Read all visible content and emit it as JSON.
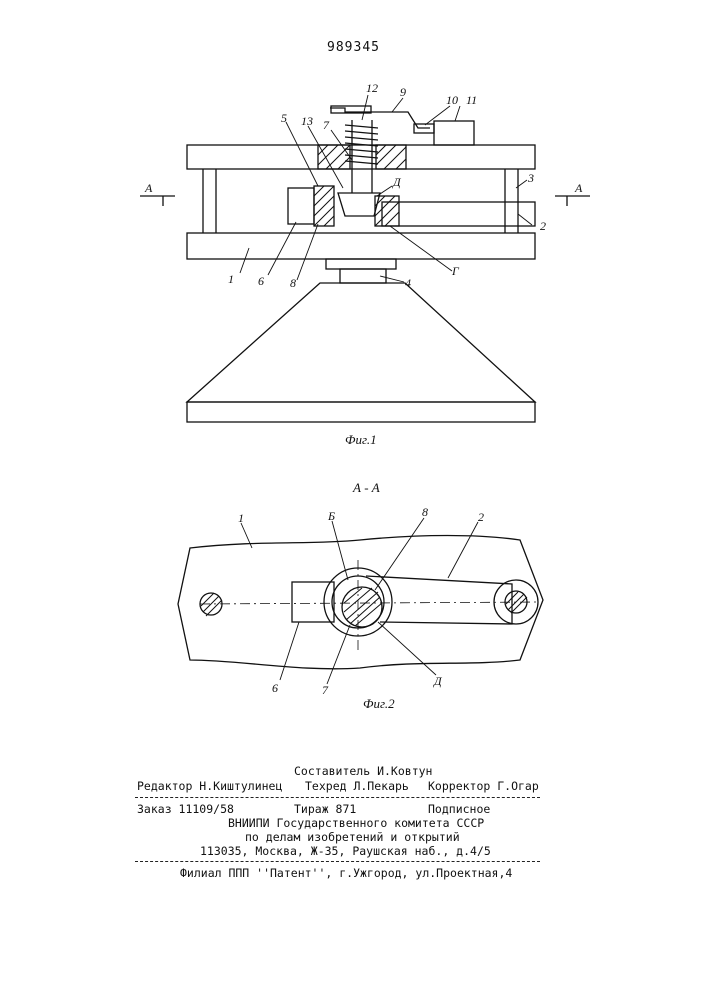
{
  "document": {
    "patent_number": "989345",
    "figure1": {
      "caption": "Фиг.1",
      "section_marker": "А",
      "callouts": [
        "1",
        "2",
        "3",
        "4",
        "5",
        "6",
        "7",
        "8",
        "9",
        "10",
        "11",
        "12",
        "13",
        "Д",
        "Г"
      ]
    },
    "figure2": {
      "section_title": "А - А",
      "caption": "Фиг.2",
      "callouts": [
        "1",
        "2",
        "6",
        "7",
        "8",
        "Б",
        "Д"
      ]
    },
    "imprint": {
      "compiler": "Составитель И.Ковтун",
      "editor": "Редактор Н.Киштулинец",
      "techeditor": "Техред Л.Пекарь",
      "corrector": "Корректор Г.Огар",
      "order": "Заказ 11109/58",
      "circulation": "Тираж 871",
      "subscription": "Подписное",
      "institute_line1": "ВНИИПИ Государственного комитета СССР",
      "institute_line2": "по делам изобретений и открытий",
      "address": "113035, Москва, Ж-35, Раушская наб., д.4/5",
      "branch": "Филиал ППП ''Патент'', г.Ужгород, ул.Проектная,4"
    }
  }
}
